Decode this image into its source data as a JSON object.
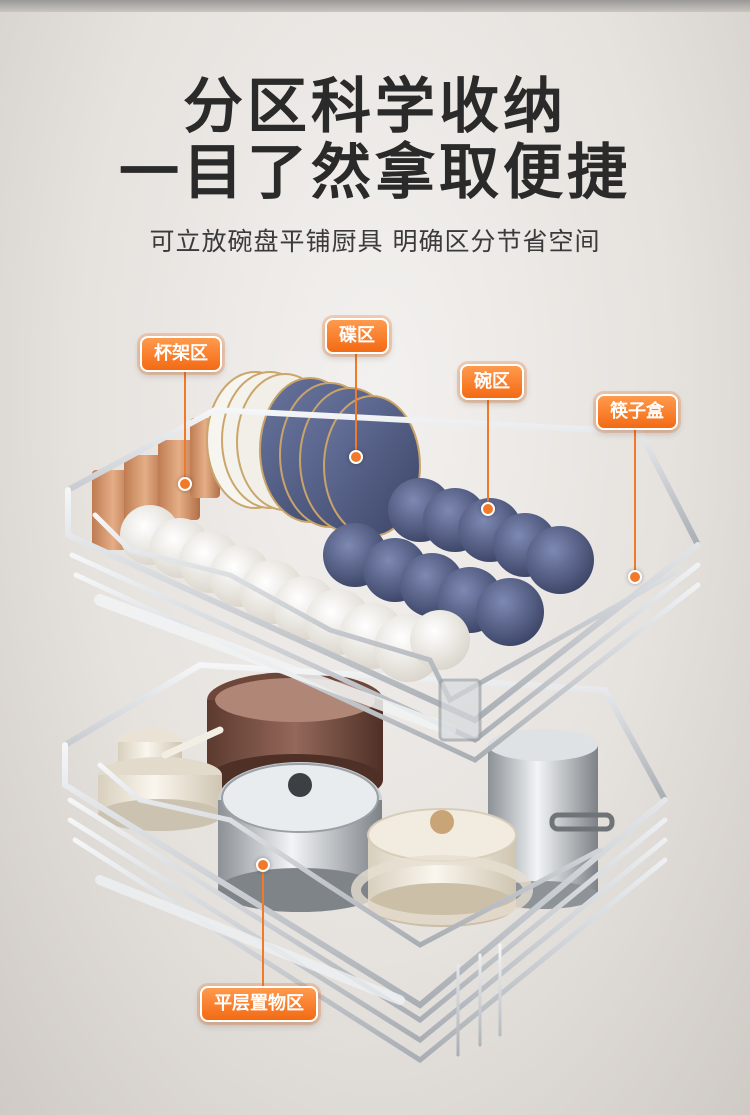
{
  "headline": {
    "line1": "分区科学收纳",
    "line2": "一目了然拿取便捷"
  },
  "subtitle": "可立放碗盘平铺厨具 明确区分节省空间",
  "callouts": {
    "cup_zone": "杯架区",
    "plate_zone": "碟区",
    "bowl_zone": "碗区",
    "chopstick_box": "筷子盒",
    "flat_zone": "平层置物区"
  },
  "colors": {
    "accent": "#f36a14",
    "headline": "#2a2a2a",
    "plate_blue": "#4f5a80",
    "bowl_white": "#f4f1ea",
    "steel": "#c8ccd0"
  }
}
